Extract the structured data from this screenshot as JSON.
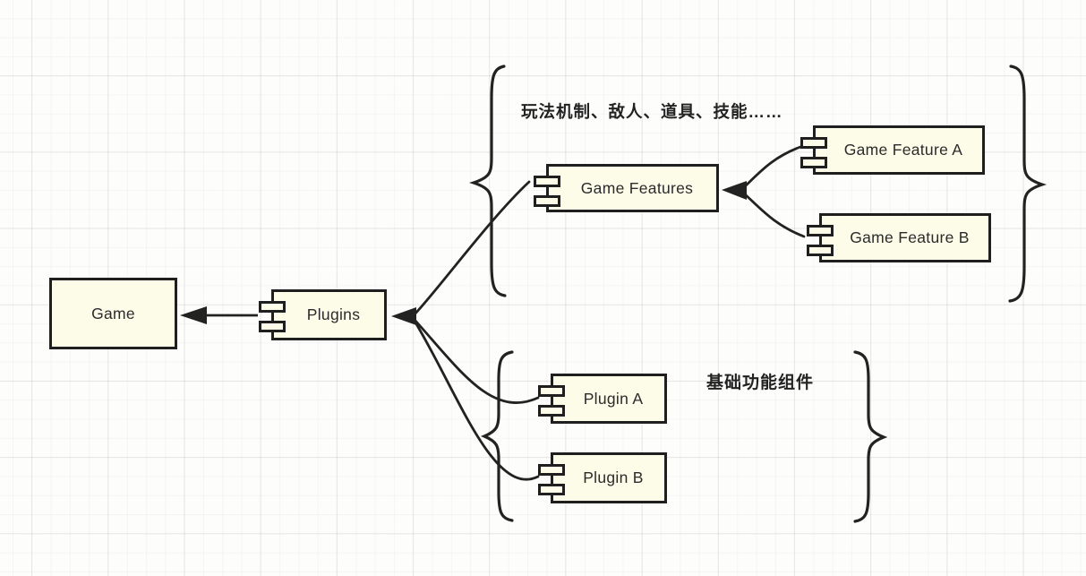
{
  "diagram": {
    "title_hint": "game-plugin-architecture-component-diagram",
    "nodes": {
      "game": {
        "label": "Game",
        "type": "rectangle"
      },
      "plugins": {
        "label": "Plugins",
        "type": "component"
      },
      "game_features": {
        "label": "Game Features",
        "type": "component"
      },
      "game_feature_a": {
        "label": "Game Feature A",
        "type": "component"
      },
      "game_feature_b": {
        "label": "Game Feature B",
        "type": "component"
      },
      "plugin_a": {
        "label": "Plugin A",
        "type": "component"
      },
      "plugin_b": {
        "label": "Plugin B",
        "type": "component"
      }
    },
    "annotations": {
      "features_note": "玩法机制、敌人、道具、技能……",
      "plugins_note": "基础功能组件"
    },
    "edges": [
      {
        "from": "plugins",
        "to": "game"
      },
      {
        "from": "game_features",
        "to": "plugins"
      },
      {
        "from": "game_feature_a",
        "to": "game_features"
      },
      {
        "from": "game_feature_b",
        "to": "game_features"
      },
      {
        "from": "plugin_a",
        "to": "plugins"
      },
      {
        "from": "plugin_b",
        "to": "plugins"
      }
    ],
    "groups": [
      {
        "brace_pair": "top",
        "members": [
          "game_features",
          "game_feature_a",
          "game_feature_b"
        ],
        "note": "玩法机制、敌人、道具、技能……"
      },
      {
        "brace_pair": "bottom",
        "members": [
          "plugin_a",
          "plugin_b"
        ],
        "note": "基础功能组件"
      }
    ],
    "colors": {
      "node_fill": "#fcfce9",
      "node_border": "#1f1f1f",
      "line": "#222222",
      "background": "#fdfdfc"
    }
  }
}
